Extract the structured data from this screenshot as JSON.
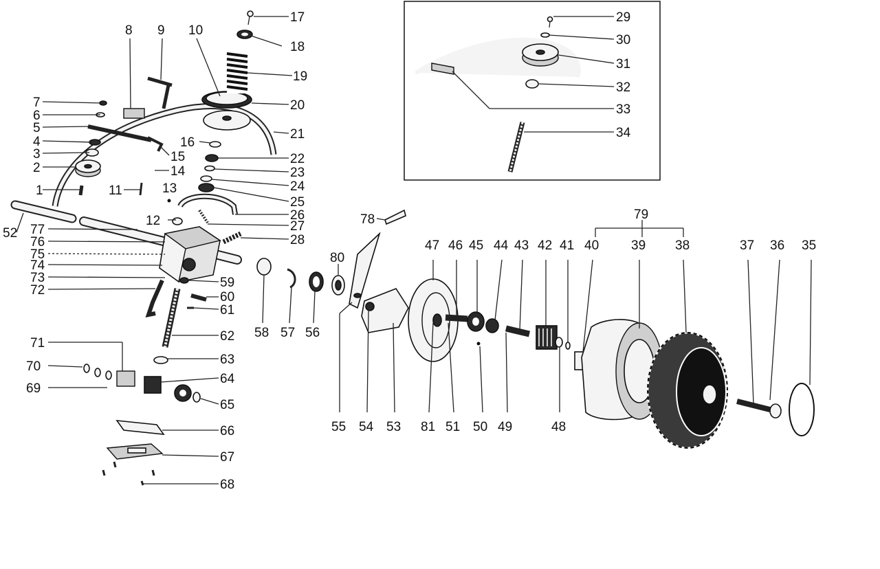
{
  "diagram": {
    "type": "exploded-parts-view",
    "labels": [
      "1",
      "2",
      "3",
      "4",
      "5",
      "6",
      "7",
      "8",
      "9",
      "10",
      "11",
      "12",
      "13",
      "14",
      "15",
      "16",
      "17",
      "18",
      "19",
      "20",
      "21",
      "22",
      "23",
      "24",
      "25",
      "26",
      "27",
      "28",
      "29",
      "30",
      "31",
      "32",
      "33",
      "34",
      "35",
      "36",
      "37",
      "38",
      "39",
      "40",
      "41",
      "42",
      "43",
      "44",
      "45",
      "46",
      "47",
      "48",
      "49",
      "50",
      "51",
      "52",
      "53",
      "54",
      "55",
      "56",
      "57",
      "58",
      "59",
      "60",
      "61",
      "62",
      "63",
      "64",
      "65",
      "66",
      "67",
      "68",
      "69",
      "70",
      "71",
      "72",
      "73",
      "74",
      "75",
      "76",
      "77",
      "78",
      "79",
      "80",
      "81"
    ]
  }
}
